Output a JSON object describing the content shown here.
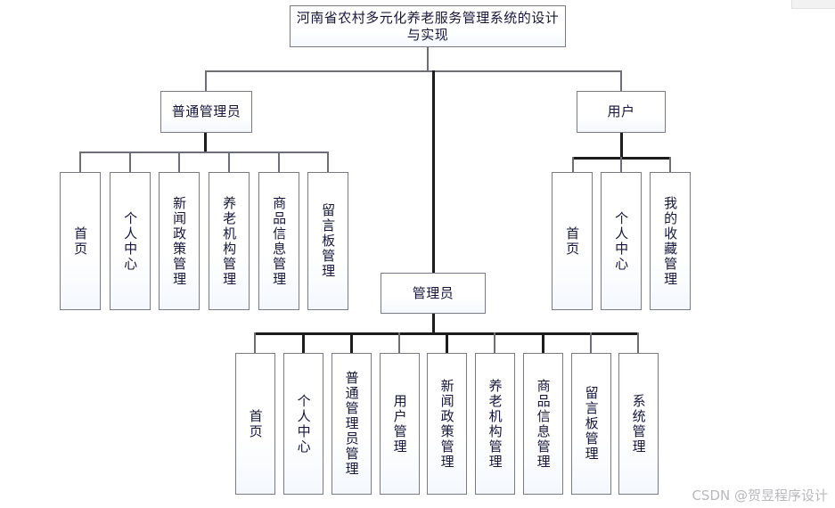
{
  "diagram": {
    "title": "河南省农村多元化养老服务管理系统的设计与实现",
    "root": {
      "label": "河南省农村多元化养老服务管理系统的设计与实现"
    },
    "roles": [
      {
        "id": "ordinary-admin",
        "label": "普通管理员"
      },
      {
        "id": "admin",
        "label": "管理员"
      },
      {
        "id": "user",
        "label": "用户"
      }
    ],
    "branches": {
      "ordinary_admin": {
        "parent": "普通管理员",
        "leaves": [
          {
            "label": "首页"
          },
          {
            "label": "个人中心"
          },
          {
            "label": "新闻政策管理"
          },
          {
            "label": "养老机构管理"
          },
          {
            "label": "商品信息管理"
          },
          {
            "label": "留言板管理"
          }
        ]
      },
      "user": {
        "parent": "用户",
        "leaves": [
          {
            "label": "首页"
          },
          {
            "label": "个人中心"
          },
          {
            "label": "我的收藏管理"
          }
        ]
      },
      "admin": {
        "parent": "管理员",
        "leaves": [
          {
            "label": "首页"
          },
          {
            "label": "个人中心"
          },
          {
            "label": "普通管理员管理"
          },
          {
            "label": "用户管理"
          },
          {
            "label": "新闻政策管理"
          },
          {
            "label": "养老机构管理"
          },
          {
            "label": "商品信息管理"
          },
          {
            "label": "留言板管理"
          },
          {
            "label": "系统管理"
          }
        ]
      }
    }
  },
  "watermark": {
    "text": "CSDN @贺昱程序设计"
  },
  "colors": {
    "box_border": "#7a7a86",
    "line": "#6e6e78",
    "line_thick": "#1c1c1c",
    "text": "#16163c",
    "watermark": "#b9b9bd",
    "background": "#ffffff"
  }
}
